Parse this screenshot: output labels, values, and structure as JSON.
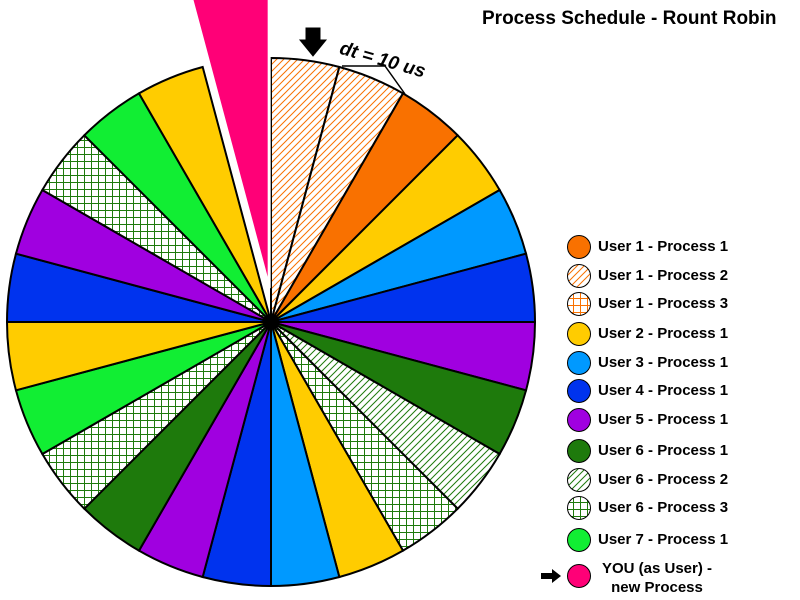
{
  "title": "Process Schedule - Rount Robin",
  "quantum_label": "dt = 10 us",
  "colors": {
    "user1_p1": "#f97100",
    "user1_pattern": "#f97100",
    "user2_p1": "#ffcc00",
    "user3_p1": "#0099ff",
    "user4_p1": "#0033ee",
    "user5_p1": "#a000e0",
    "user6_p1": "#1e7a0c",
    "user6_pattern": "#1e7a0c",
    "user7_p1": "#11ee33",
    "you_new": "#ff0077"
  },
  "legend": [
    {
      "label": "User 1 - Process 1",
      "fill": "user1_p1",
      "pattern": "solid"
    },
    {
      "label": "User 1 - Process 2",
      "fill": "user1_pattern",
      "pattern": "diagonal"
    },
    {
      "label": "User 1 - Process 3",
      "fill": "user1_pattern",
      "pattern": "grid"
    },
    {
      "label": "User 2 - Process 1",
      "fill": "user2_p1",
      "pattern": "solid"
    },
    {
      "label": "User 3 - Process 1",
      "fill": "user3_p1",
      "pattern": "solid"
    },
    {
      "label": "User 4 - Process 1",
      "fill": "user4_p1",
      "pattern": "solid"
    },
    {
      "label": "User 5 - Process 1",
      "fill": "user5_p1",
      "pattern": "solid"
    },
    {
      "label": "User 6 - Process 1",
      "fill": "user6_p1",
      "pattern": "solid"
    },
    {
      "label": "User 6 - Process 2",
      "fill": "user6_pattern",
      "pattern": "diagonal"
    },
    {
      "label": "User 6 - Process 3",
      "fill": "user6_pattern",
      "pattern": "grid"
    },
    {
      "label": "User 7 - Process 1",
      "fill": "user7_p1",
      "pattern": "solid"
    },
    {
      "label_line1": "YOU (as User) -",
      "label_line2": "new Process",
      "fill": "you_new",
      "pattern": "solid"
    }
  ],
  "wheel_slices": [
    "u1p2",
    "u1p2",
    "u1p1",
    "u2p1",
    "u3p1",
    "u4p1",
    "u5p1",
    "u6p1",
    "u6p2",
    "u6p3",
    "u2p1",
    "u3p1",
    "u4p1",
    "u5p1",
    "u6p1",
    "u6p3",
    "u7p1",
    "u2p1",
    "u4p1",
    "u5p1",
    "u6p3",
    "u7p1",
    "u2p1",
    "you"
  ],
  "slice_styles": {
    "u1p1": {
      "fill": "user1_p1",
      "pattern": "solid"
    },
    "u1p2": {
      "fill": "user1_pattern",
      "pattern": "diagonal"
    },
    "u1p3": {
      "fill": "user1_pattern",
      "pattern": "grid"
    },
    "u2p1": {
      "fill": "user2_p1",
      "pattern": "solid"
    },
    "u3p1": {
      "fill": "user3_p1",
      "pattern": "solid"
    },
    "u4p1": {
      "fill": "user4_p1",
      "pattern": "solid"
    },
    "u5p1": {
      "fill": "user5_p1",
      "pattern": "solid"
    },
    "u6p1": {
      "fill": "user6_p1",
      "pattern": "solid"
    },
    "u6p2": {
      "fill": "user6_pattern",
      "pattern": "diagonal"
    },
    "u6p3": {
      "fill": "user6_pattern",
      "pattern": "grid"
    },
    "u7p1": {
      "fill": "user7_p1",
      "pattern": "solid"
    },
    "you": {
      "fill": "you_new",
      "pattern": "solid"
    }
  }
}
